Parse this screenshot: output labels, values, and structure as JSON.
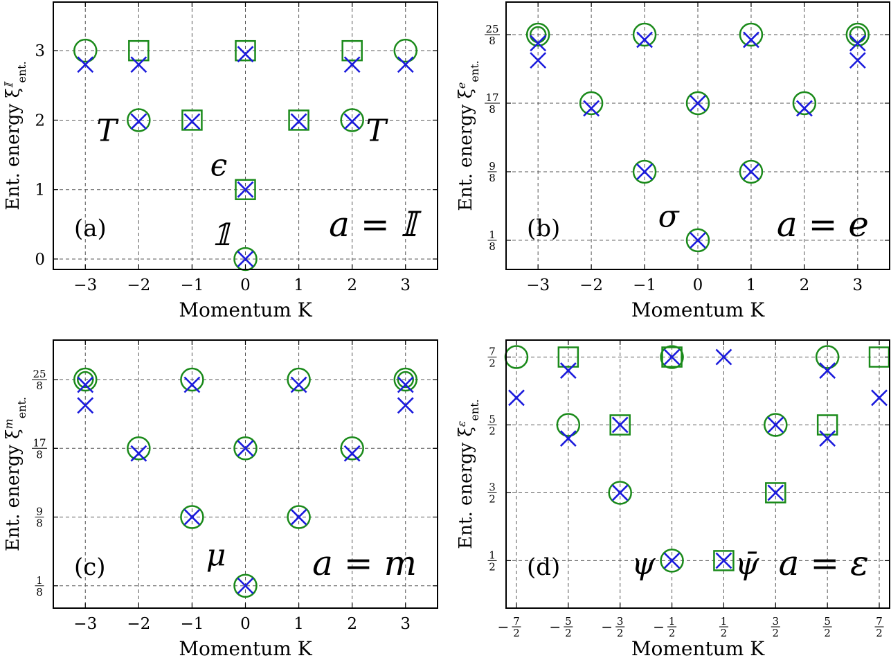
{
  "figure": {
    "xlabel": "Momentum K",
    "ylabel_prefix": "Ent. energy ξ",
    "ylabel_sub": "ent.",
    "colors": {
      "circle": "#1a8a1a",
      "square": "#1a8a1a",
      "cross": "#1a1adc",
      "grid": "#555555"
    }
  },
  "chart_data": [
    {
      "id": "a",
      "type": "scatter",
      "panel_label": "(a)",
      "sector_label": "a = 𝕀",
      "ylabel_superscript": "𝕀",
      "xlabel": "Momentum K",
      "xlim": [
        -3.6,
        3.6
      ],
      "ylim": [
        -0.15,
        3.7
      ],
      "xticks": [
        -3,
        -2,
        -1,
        0,
        1,
        2,
        3
      ],
      "xtick_labels": [
        "−3",
        "−2",
        "−1",
        "0",
        "1",
        "2",
        "3"
      ],
      "yticks": [
        0,
        1,
        2,
        3
      ],
      "ytick_labels": [
        "0",
        "1",
        "2",
        "3"
      ],
      "grid": true,
      "series": [
        {
          "marker": "circle",
          "points": [
            [
              -3,
              3
            ],
            [
              3,
              3
            ],
            [
              -2,
              2
            ],
            [
              2,
              2
            ],
            [
              0,
              0
            ]
          ]
        },
        {
          "marker": "square",
          "points": [
            [
              -2,
              3
            ],
            [
              0,
              3
            ],
            [
              2,
              3
            ],
            [
              -1,
              2
            ],
            [
              1,
              2
            ],
            [
              0,
              1
            ]
          ]
        },
        {
          "marker": "cross",
          "points": [
            [
              -3,
              2.8
            ],
            [
              -2,
              2.8
            ],
            [
              0,
              2.95
            ],
            [
              2,
              2.8
            ],
            [
              3,
              2.8
            ],
            [
              -2,
              1.98
            ],
            [
              -1,
              1.98
            ],
            [
              1,
              1.98
            ],
            [
              2,
              1.98
            ],
            [
              0,
              1.0
            ],
            [
              0,
              0
            ]
          ]
        }
      ],
      "annotations": [
        {
          "text": "T",
          "x": -2.6,
          "y": 1.7
        },
        {
          "text": "T",
          "x": 2.45,
          "y": 1.7
        },
        {
          "text": "ϵ",
          "x": -0.5,
          "y": 1.2
        },
        {
          "text": "𝟙",
          "x": -0.45,
          "y": 0.2
        }
      ]
    },
    {
      "id": "b",
      "type": "scatter",
      "panel_label": "(b)",
      "sector_label": "a = e",
      "ylabel_superscript": "e",
      "xlabel": "Momentum K",
      "xlim": [
        -3.6,
        3.6
      ],
      "ylim": [
        -0.3,
        3.6
      ],
      "xticks": [
        -3,
        -2,
        -1,
        0,
        1,
        2,
        3
      ],
      "xtick_labels": [
        "−3",
        "−2",
        "−1",
        "0",
        "1",
        "2",
        "3"
      ],
      "yticks": [
        0.125,
        1.125,
        2.125,
        3.125
      ],
      "ytick_labels": [
        [
          "1",
          "8"
        ],
        [
          "9",
          "8"
        ],
        [
          "17",
          "8"
        ],
        [
          "25",
          "8"
        ]
      ],
      "grid": true,
      "series": [
        {
          "marker": "circle",
          "points": [
            [
              -3,
              3.125
            ],
            [
              -1,
              3.125
            ],
            [
              1,
              3.125
            ],
            [
              3,
              3.125
            ],
            [
              -2,
              2.125
            ],
            [
              0,
              2.125
            ],
            [
              2,
              2.125
            ],
            [
              -1,
              1.125
            ],
            [
              1,
              1.125
            ],
            [
              0,
              0.125
            ]
          ]
        },
        {
          "marker": "circle-small",
          "points": [
            [
              -3,
              3.125
            ],
            [
              3,
              3.125
            ]
          ]
        },
        {
          "marker": "cross",
          "points": [
            [
              -3,
              3.0
            ],
            [
              -3,
              2.75
            ],
            [
              -1,
              3.05
            ],
            [
              1,
              3.05
            ],
            [
              3,
              3.0
            ],
            [
              3,
              2.75
            ],
            [
              -2,
              2.05
            ],
            [
              0,
              2.125
            ],
            [
              2,
              2.05
            ],
            [
              -1,
              1.125
            ],
            [
              1,
              1.125
            ],
            [
              0,
              0.125
            ]
          ]
        }
      ],
      "annotations": [
        {
          "text": "σ",
          "x": -0.55,
          "y": 0.32
        }
      ]
    },
    {
      "id": "c",
      "type": "scatter",
      "panel_label": "(c)",
      "sector_label": "a = m",
      "ylabel_superscript": "m",
      "xlabel": "Momentum K",
      "xlim": [
        -3.6,
        3.6
      ],
      "ylim": [
        -0.2,
        3.7
      ],
      "xticks": [
        -3,
        -2,
        -1,
        0,
        1,
        2,
        3
      ],
      "xtick_labels": [
        "−3",
        "−2",
        "−1",
        "0",
        "1",
        "2",
        "3"
      ],
      "yticks": [
        0.125,
        1.125,
        2.125,
        3.125
      ],
      "ytick_labels": [
        [
          "1",
          "8"
        ],
        [
          "9",
          "8"
        ],
        [
          "17",
          "8"
        ],
        [
          "25",
          "8"
        ]
      ],
      "grid": true,
      "series": [
        {
          "marker": "circle",
          "points": [
            [
              -3,
              3.125
            ],
            [
              -1,
              3.125
            ],
            [
              1,
              3.125
            ],
            [
              3,
              3.125
            ],
            [
              -2,
              2.125
            ],
            [
              0,
              2.125
            ],
            [
              2,
              2.125
            ],
            [
              -1,
              1.125
            ],
            [
              1,
              1.125
            ],
            [
              0,
              0.125
            ]
          ]
        },
        {
          "marker": "circle-small",
          "points": [
            [
              -3,
              3.125
            ],
            [
              3,
              3.125
            ]
          ]
        },
        {
          "marker": "cross",
          "points": [
            [
              -3,
              3.05
            ],
            [
              -3,
              2.75
            ],
            [
              -1,
              3.05
            ],
            [
              1,
              3.05
            ],
            [
              3,
              3.05
            ],
            [
              3,
              2.75
            ],
            [
              -2,
              2.05
            ],
            [
              0,
              2.125
            ],
            [
              2,
              2.05
            ],
            [
              -1,
              1.125
            ],
            [
              1,
              1.125
            ],
            [
              0,
              0.125
            ]
          ]
        }
      ],
      "annotations": [
        {
          "text": "μ",
          "x": -0.55,
          "y": 0.42
        }
      ]
    },
    {
      "id": "d",
      "type": "scatter",
      "panel_label": "(d)",
      "sector_label": "a = ε",
      "ylabel_superscript": "ε",
      "xlabel": "Momentum K",
      "xlim": [
        -3.7,
        3.7
      ],
      "ylim": [
        -0.2,
        3.75
      ],
      "xticks": [
        -3.5,
        -2.5,
        -1.5,
        -0.5,
        0.5,
        1.5,
        2.5,
        3.5
      ],
      "xtick_labels": [
        [
          "−",
          "7",
          "2"
        ],
        [
          "−",
          "5",
          "2"
        ],
        [
          "−",
          "3",
          "2"
        ],
        [
          "−",
          "1",
          "2"
        ],
        [
          "",
          "1",
          "2"
        ],
        [
          "",
          "3",
          "2"
        ],
        [
          "",
          "5",
          "2"
        ],
        [
          "",
          "7",
          "2"
        ]
      ],
      "yticks": [
        0.5,
        1.5,
        2.5,
        3.5
      ],
      "ytick_labels": [
        [
          "1",
          "2"
        ],
        [
          "3",
          "2"
        ],
        [
          "5",
          "2"
        ],
        [
          "7",
          "2"
        ]
      ],
      "grid": true,
      "series": [
        {
          "marker": "circle",
          "points": [
            [
              -3.5,
              3.5
            ],
            [
              -0.5,
              3.5
            ],
            [
              2.5,
              3.5
            ],
            [
              -2.5,
              2.5
            ],
            [
              1.5,
              2.5
            ],
            [
              -1.5,
              1.5
            ],
            [
              -0.5,
              0.5
            ]
          ]
        },
        {
          "marker": "square",
          "points": [
            [
              -2.5,
              3.5
            ],
            [
              -0.5,
              3.5
            ],
            [
              3.5,
              3.5
            ],
            [
              -1.5,
              2.5
            ],
            [
              2.5,
              2.5
            ],
            [
              1.5,
              1.5
            ],
            [
              0.5,
              0.5
            ]
          ]
        },
        {
          "marker": "cross",
          "points": [
            [
              -3.5,
              2.9
            ],
            [
              -2.5,
              3.3
            ],
            [
              -0.5,
              3.5
            ],
            [
              0.5,
              3.5
            ],
            [
              2.5,
              3.3
            ],
            [
              3.5,
              2.9
            ],
            [
              -2.5,
              2.3
            ],
            [
              -1.5,
              2.5
            ],
            [
              1.5,
              2.5
            ],
            [
              2.5,
              2.3
            ],
            [
              -1.5,
              1.5
            ],
            [
              1.5,
              1.5
            ],
            [
              -0.5,
              0.5
            ],
            [
              0.5,
              0.5
            ]
          ]
        }
      ],
      "annotations": [
        {
          "text": "ψ",
          "x": -1.05,
          "y": 0.3
        },
        {
          "text": "ψ̄",
          "x": 0.95,
          "y": 0.3
        }
      ]
    }
  ]
}
